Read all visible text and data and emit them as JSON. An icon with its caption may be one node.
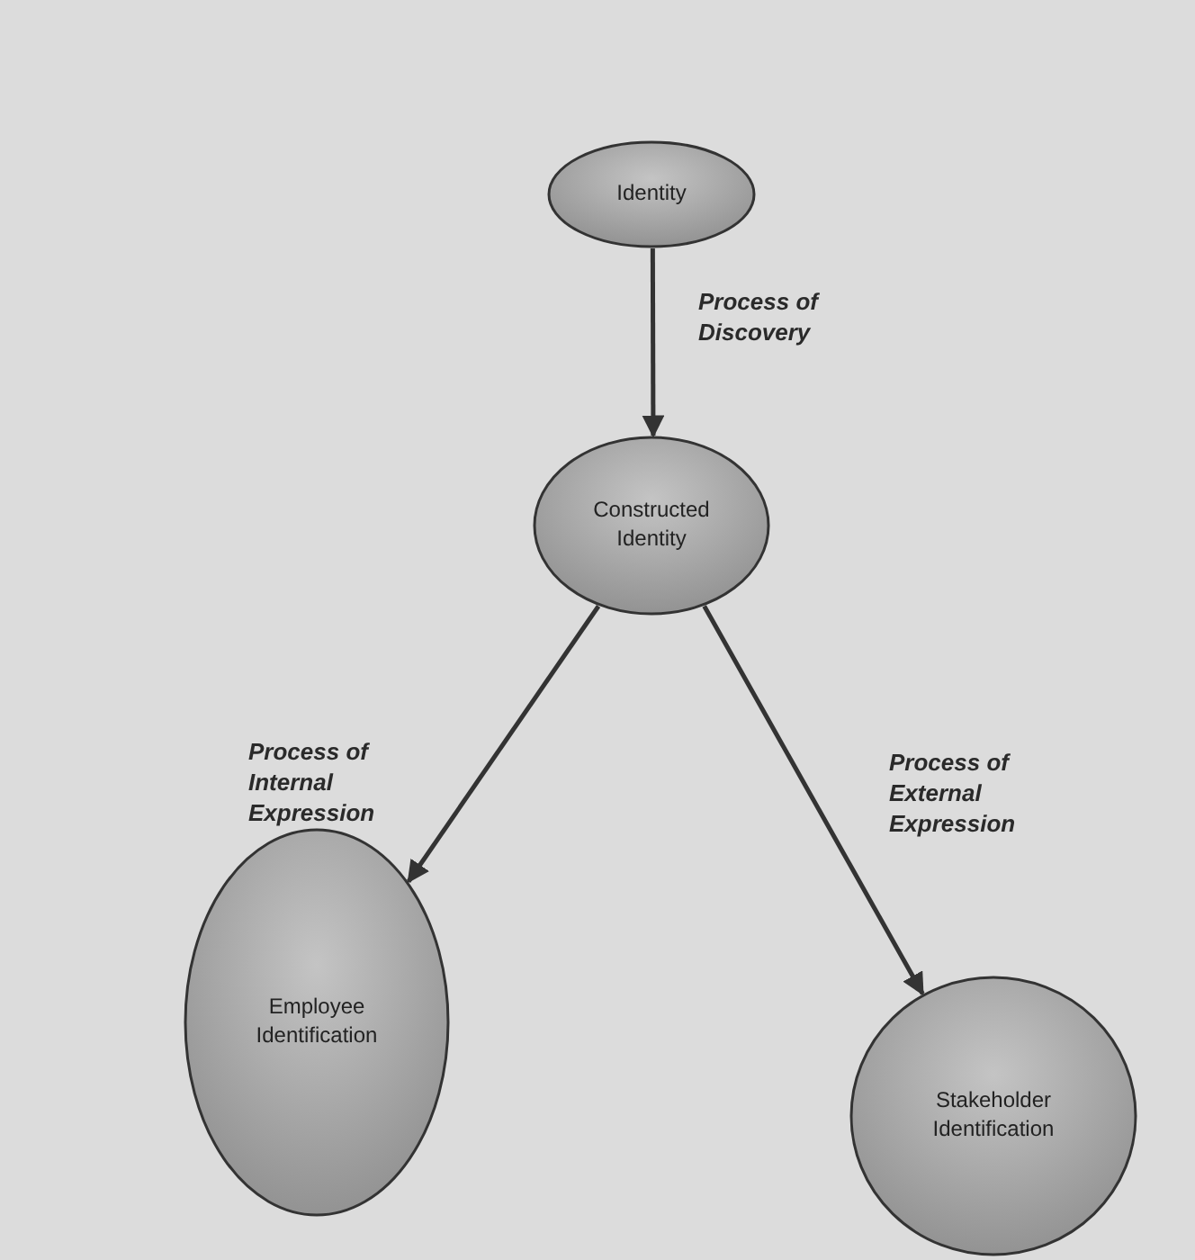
{
  "diagram": {
    "nodes": [
      {
        "text": [
          "Identity"
        ]
      },
      {
        "text": [
          "Constructed Identity"
        ]
      },
      {
        "text": [
          "Employee Identification"
        ]
      },
      {
        "text": [
          "Stakeholder Identification"
        ]
      }
    ],
    "edges": [
      {
        "from": 0,
        "to": 1,
        "arrow": "to",
        "label": "Process of Discovery"
      },
      {
        "from": 1,
        "to": 2,
        "arrow": "to",
        "label": "Process of Internal Expression"
      },
      {
        "from": 1,
        "to": 3,
        "arrow": "to",
        "label": "Process of External Expression"
      }
    ]
  }
}
